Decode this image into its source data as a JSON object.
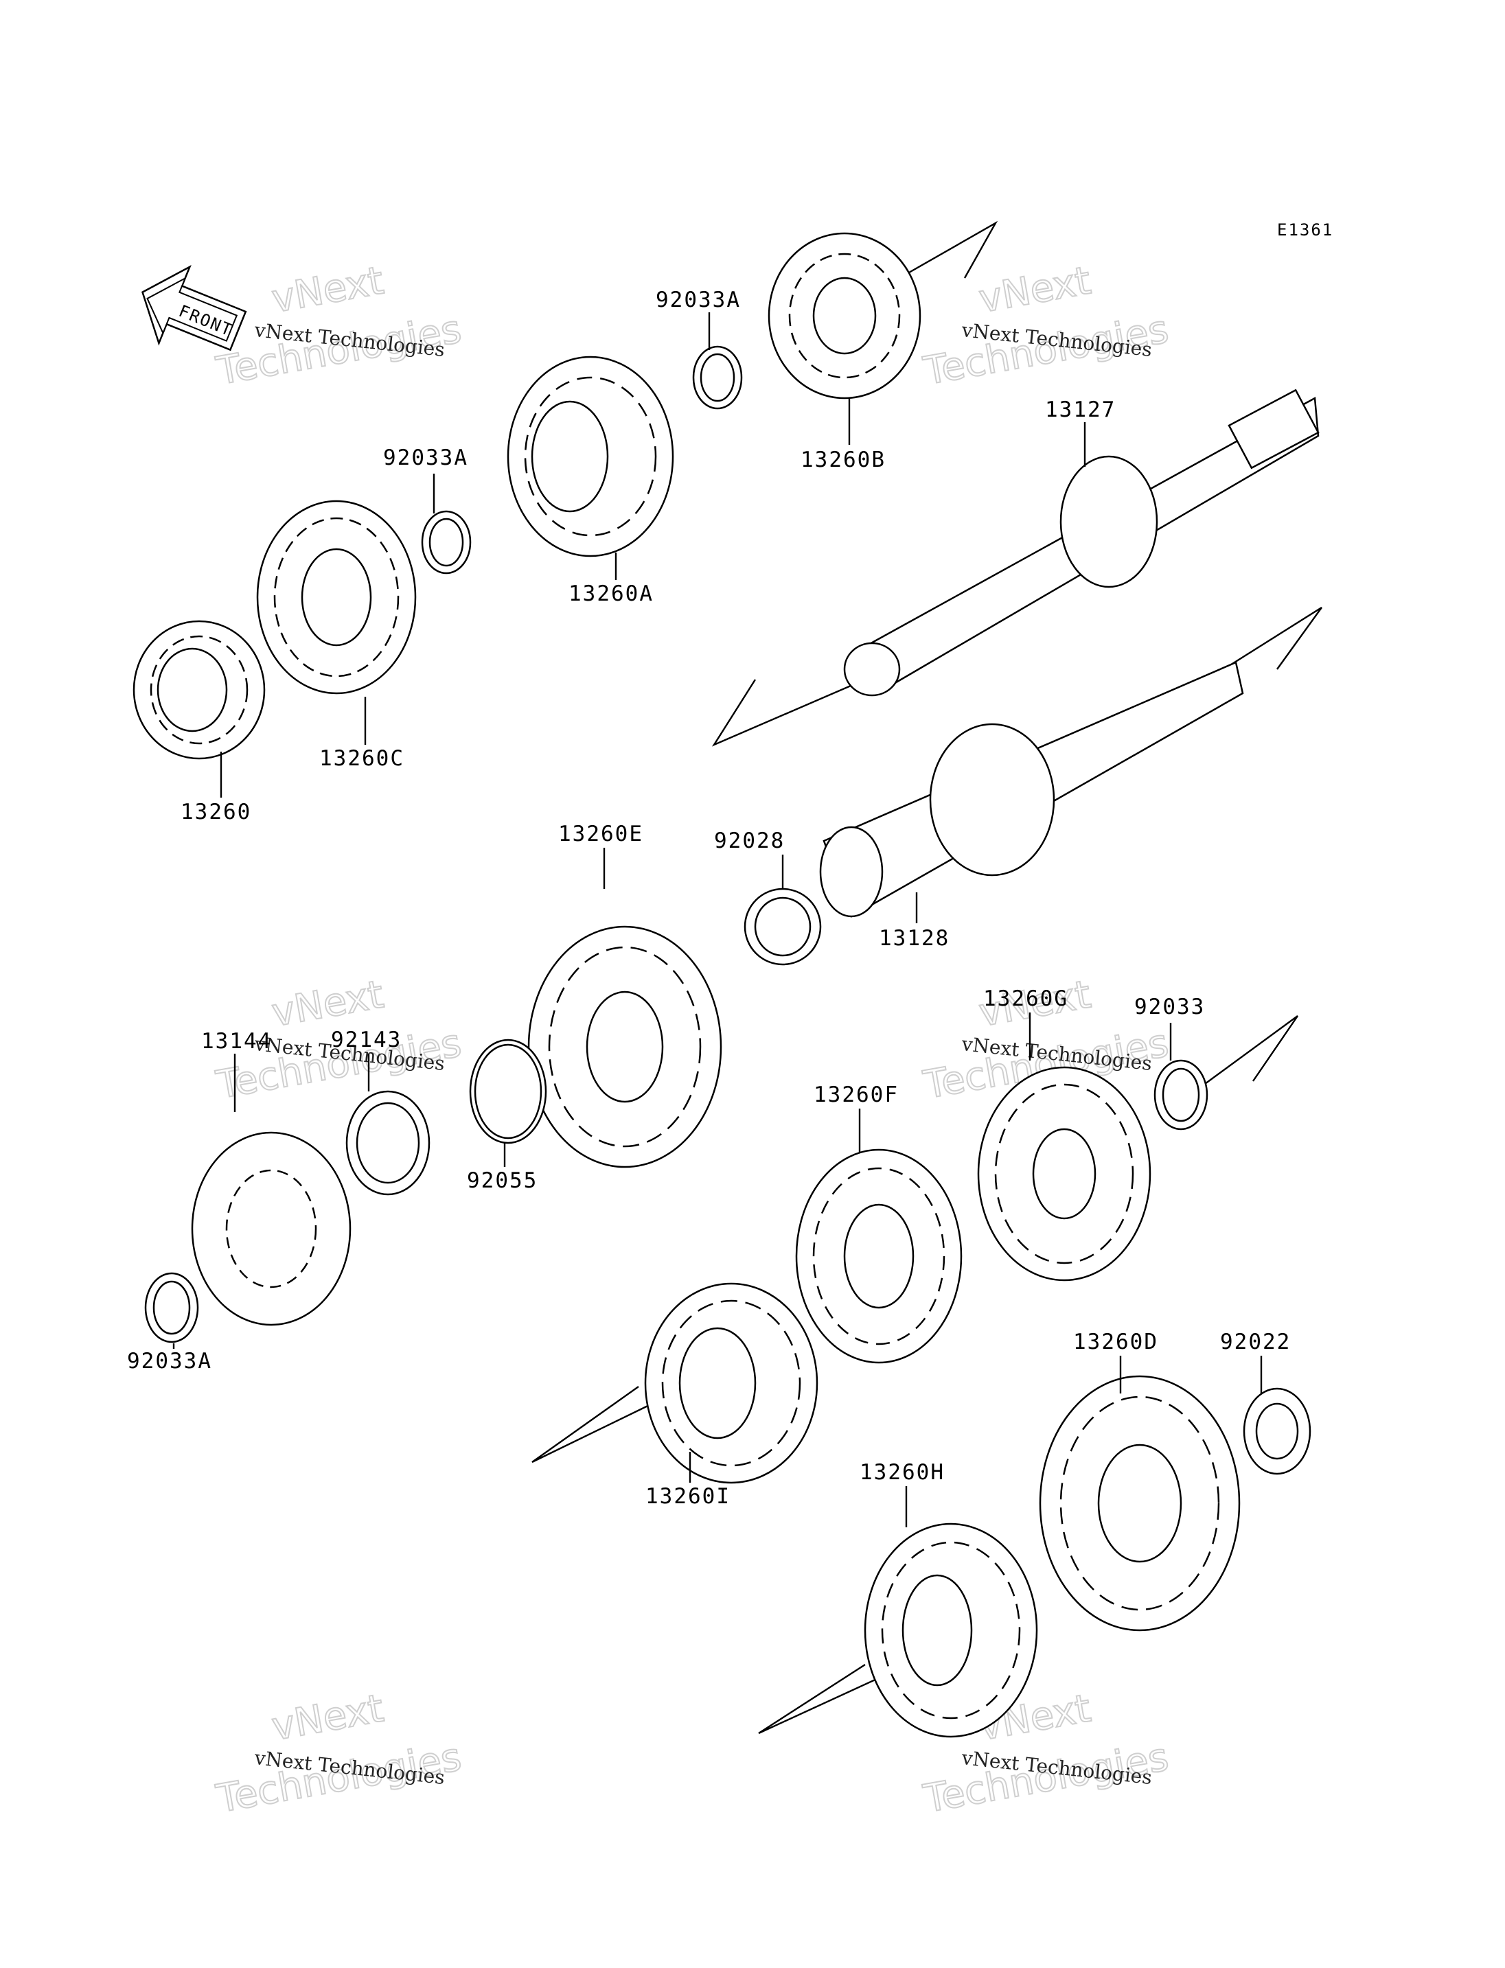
{
  "diagram_code": "E1361",
  "front_label": "FRONT",
  "watermark": {
    "small": "vNext Technologies",
    "big_top": "vNext",
    "big_bottom": "Technologies"
  },
  "parts": {
    "p92033A_top": "92033A",
    "p13260B": "13260B",
    "p92033A_mid": "92033A",
    "p13260A": "13260A",
    "p13127": "13127",
    "p13260C": "13260C",
    "p13260": "13260",
    "p13260E": "13260E",
    "p92028": "92028",
    "p13128": "13128",
    "p13260G": "13260G",
    "p92033": "92033",
    "p13144": "13144",
    "p92143": "92143",
    "p92055": "92055",
    "p13260F": "13260F",
    "p92033A_bot": "92033A",
    "p13260I": "13260I",
    "p13260D": "13260D",
    "p92022": "92022",
    "p13260H": "13260H"
  }
}
